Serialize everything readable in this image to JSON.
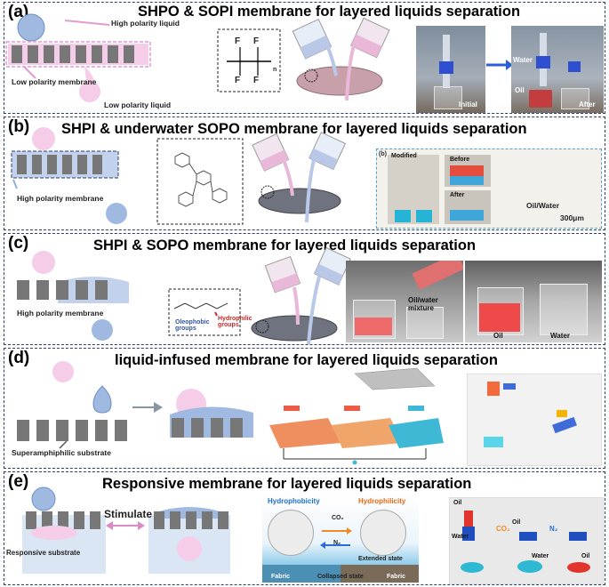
{
  "panels": [
    {
      "label": "(a)",
      "title": "SHPO & SOPI membrane for layered liquids separation",
      "labels": {
        "high_polarity_liquid": "High polarity liquid",
        "low_polarity_membrane": "Low polarity membrane",
        "low_polarity_liquid": "Low polarity liquid",
        "formula_f1": "F",
        "formula_f2": "F",
        "formula_f3": "F",
        "formula_f4": "F",
        "formula_n": "n",
        "photo_initial": "Initial",
        "photo_water": "Water",
        "photo_oil": "Oil",
        "photo_after": "After"
      }
    },
    {
      "label": "(b)",
      "title": "SHPI & underwater SOPO membrane for layered liquids separation",
      "labels": {
        "high_polarity_membrane": "High polarity membrane",
        "inset_label": "(b)",
        "modified": "Modified",
        "before": "Before",
        "after": "After",
        "oil_water": "Oil/Water",
        "scale": "300μm"
      }
    },
    {
      "label": "(c)",
      "title": "SHPI & SOPO membrane for layered liquids separation",
      "labels": {
        "high_polarity_membrane": "High polarity membrane",
        "oleophobic_groups": "Oleophobic groups",
        "hydrophilic_groups": "Hydrophilic groups",
        "oil_water_mixture": "Oil/water mixture",
        "oil": "Oil",
        "water": "Water"
      }
    },
    {
      "label": "(d)",
      "title": "liquid-infused membrane for layered liquids separation",
      "labels": {
        "substrate": "Superamphiphilic  substrate"
      }
    },
    {
      "label": "(e)",
      "title": "Responsive membrane for layered liquids separation",
      "labels": {
        "stimulate": "Stimulate",
        "responsive_substrate": "Responsive substrate",
        "hydrophobicity": "Hydrophobicity",
        "hydrophilicity": "Hydrophilicity",
        "co2": "CO₂",
        "n2": "N₂",
        "extended_state": "Extended state",
        "collapsed_state": "Collapsed state",
        "fabric_left": "Fabric",
        "fabric_right": "Fabric",
        "oil_top": "Oil",
        "water_left": "Water",
        "co2_photo": "CO₂",
        "oil_mid": "Oil",
        "n2_photo": "N₂",
        "water_mid": "Water",
        "oil_right": "Oil"
      }
    }
  ]
}
